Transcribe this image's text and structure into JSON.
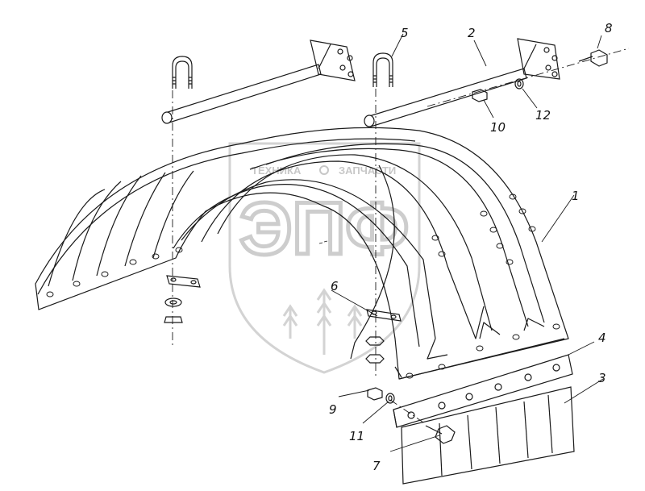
{
  "watermark": {
    "brand_letters": "ЭПФ",
    "tagline_left": "ТЕХНИКА",
    "tagline_right": "ЗАПЧАСТИ",
    "color": "#c8c8c8"
  },
  "callouts": [
    {
      "id": "1",
      "label": "1"
    },
    {
      "id": "2",
      "label": "2"
    },
    {
      "id": "3",
      "label": "3"
    },
    {
      "id": "4",
      "label": "4"
    },
    {
      "id": "5",
      "label": "5"
    },
    {
      "id": "6",
      "label": "6"
    },
    {
      "id": "7",
      "label": "7"
    },
    {
      "id": "8",
      "label": "8"
    },
    {
      "id": "9",
      "label": "9"
    },
    {
      "id": "10",
      "label": "10"
    },
    {
      "id": "11",
      "label": "11"
    },
    {
      "id": "12",
      "label": "12"
    }
  ],
  "colors": {
    "line": "#1a1a1a",
    "background": "#ffffff"
  }
}
